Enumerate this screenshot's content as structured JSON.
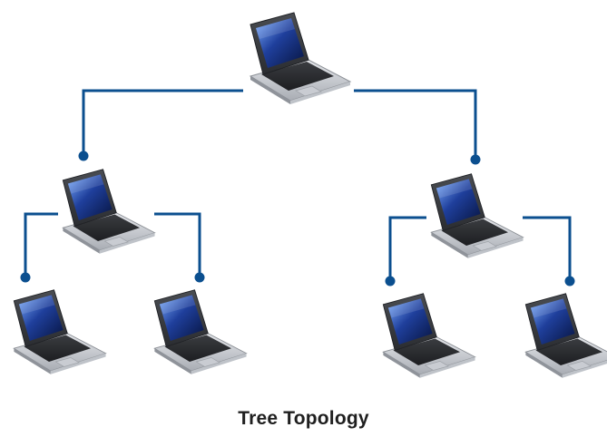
{
  "caption": "Tree Topology",
  "colors": {
    "link": "#0b4f8f",
    "background": "#ffffff"
  },
  "nodes": [
    {
      "id": "root",
      "parent": null,
      "icon": "laptop-icon"
    },
    {
      "id": "left-hub",
      "parent": "root",
      "icon": "laptop-icon"
    },
    {
      "id": "right-hub",
      "parent": "root",
      "icon": "laptop-icon"
    },
    {
      "id": "left-leaf-1",
      "parent": "left-hub",
      "icon": "laptop-icon"
    },
    {
      "id": "left-leaf-2",
      "parent": "left-hub",
      "icon": "laptop-icon"
    },
    {
      "id": "right-leaf-1",
      "parent": "right-hub",
      "icon": "laptop-icon"
    },
    {
      "id": "right-leaf-2",
      "parent": "right-hub",
      "icon": "laptop-icon"
    }
  ]
}
